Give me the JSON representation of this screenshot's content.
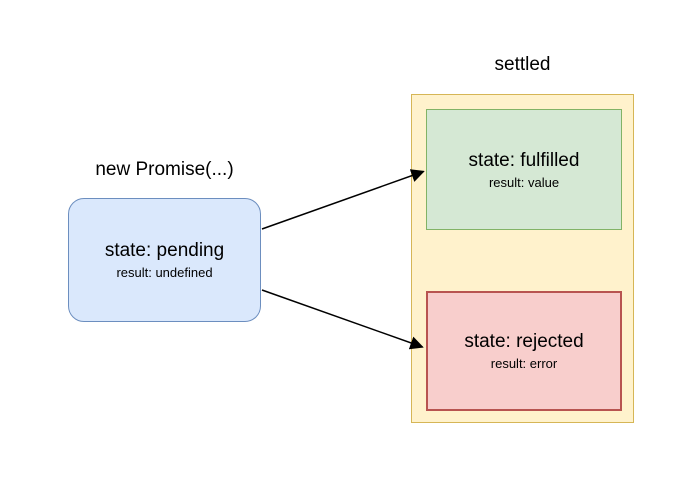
{
  "diagram": {
    "background": "#ffffff",
    "pending_group": {
      "label": "new Promise(...)",
      "node": {
        "state": "state: pending",
        "result": "result: undefined",
        "fill": "#dae8fc",
        "stroke": "#6c8ebf"
      }
    },
    "settled_group": {
      "label": "settled",
      "container": {
        "fill": "#fff2cc",
        "stroke": "#d6b656"
      },
      "fulfilled_node": {
        "state": "state: fulfilled",
        "result": "result: value",
        "fill": "#d5e8d4",
        "stroke": "#82b366"
      },
      "rejected_node": {
        "state": "state: rejected",
        "result": "result: error",
        "fill": "#f8cecc",
        "stroke": "#b85450"
      }
    },
    "edges": [
      {
        "name": "pending-to-fulfilled",
        "from": "pending",
        "to": "fulfilled"
      },
      {
        "name": "pending-to-rejected",
        "from": "pending",
        "to": "rejected"
      }
    ],
    "edge_color": "#000000"
  }
}
